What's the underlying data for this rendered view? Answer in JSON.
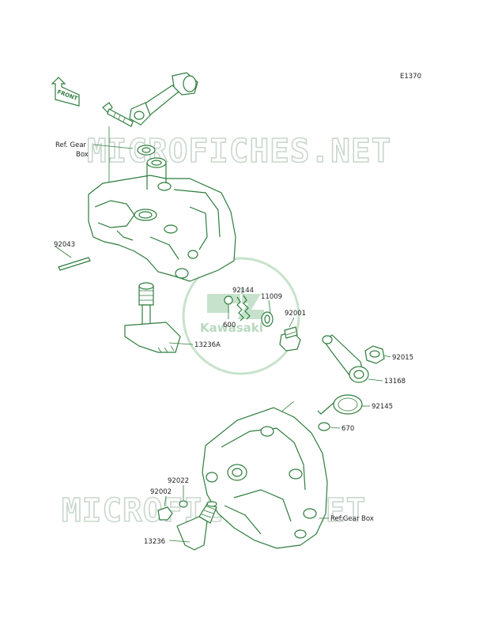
{
  "diagram_code": "E1370",
  "front_arrow": "FRONT",
  "watermark": "MICROFICHES.NET",
  "logo": "Kawasaki",
  "colors": {
    "line": "#2e7d3c",
    "watermark": "#c9d7cd",
    "logo": "#b9d9bf",
    "text": "#222222"
  },
  "labels": {
    "ref_gear_box_top_1": "Ref. Gear",
    "ref_gear_box_top_2": "Box",
    "p92043": "92043",
    "p92144": "92144",
    "p11009": "11009",
    "p92001": "92001",
    "p600": "600",
    "p13236a": "13236A",
    "p92015": "92015",
    "p13168": "13168",
    "p92145": "92145",
    "p670": "670",
    "p92022": "92022",
    "p92002": "92002",
    "p13236": "13236",
    "ref_gear_box_bottom": "Ref.Gear Box"
  }
}
